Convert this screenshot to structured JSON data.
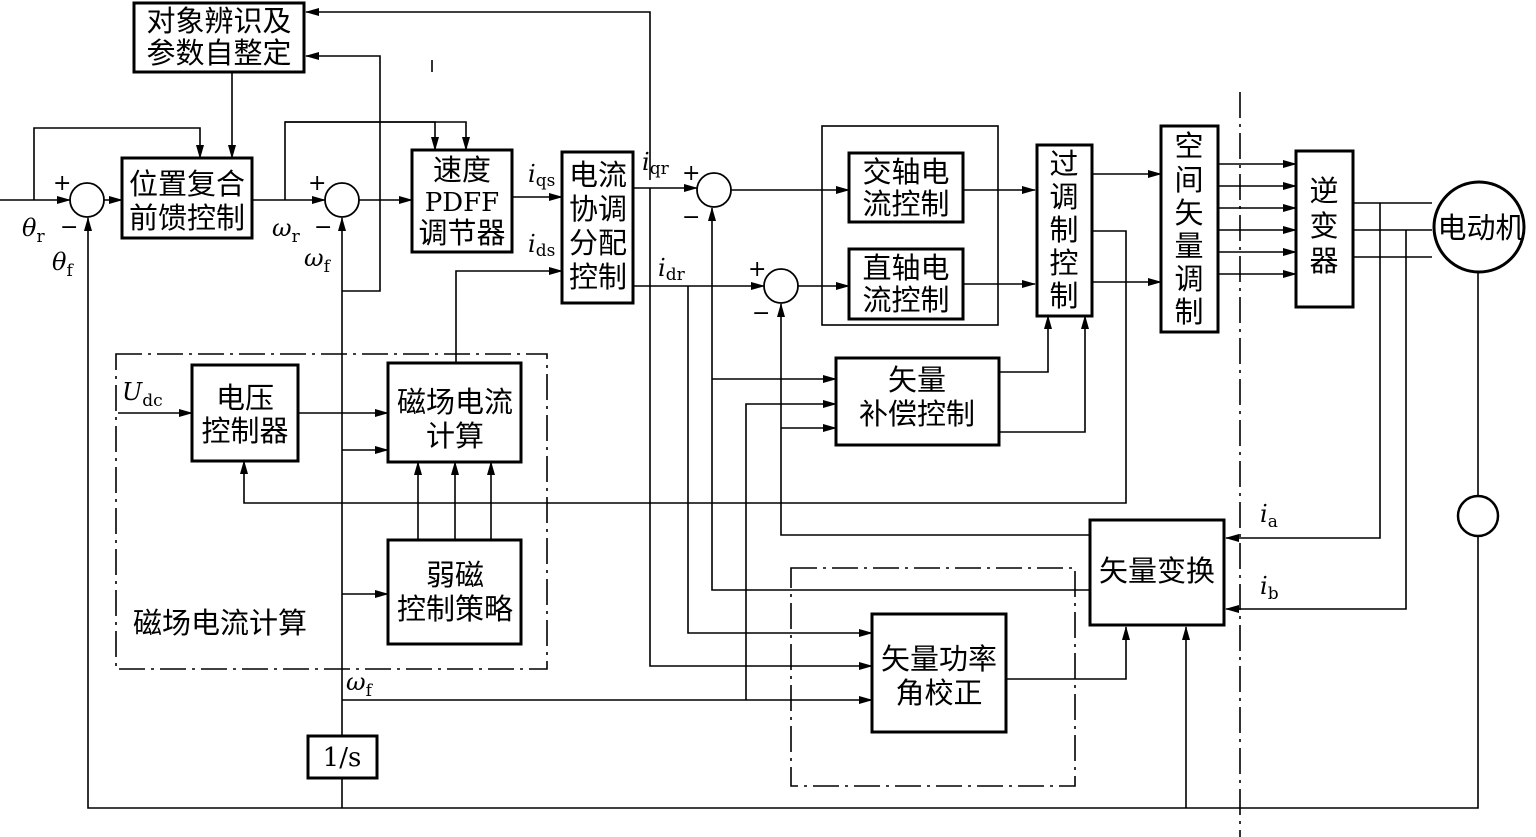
{
  "blocks": {
    "object_identification": [
      "对象辨识及",
      "参数自整定"
    ],
    "position_feedforward": [
      "位置复合",
      "前馈控制"
    ],
    "speed_regulator": [
      "速度",
      "PDFF",
      "调节器"
    ],
    "current_coordination": [
      "电流",
      "协调",
      "分配",
      "控制"
    ],
    "q_axis_current": [
      "交轴电",
      "流控制"
    ],
    "d_axis_current": [
      "直轴电",
      "流控制"
    ],
    "overmodulation": [
      "过",
      "调",
      "制",
      "控",
      "制"
    ],
    "svm": [
      "空",
      "间",
      "矢",
      "量",
      "调",
      "制"
    ],
    "inverter": [
      "逆",
      "变",
      "器"
    ],
    "motor": "电动机",
    "vector_compensation": [
      "矢量",
      "补偿控制"
    ],
    "voltage_controller": [
      "电压",
      "控制器"
    ],
    "field_current_calc": [
      "磁场电流",
      "计算"
    ],
    "flux_weakening": [
      "弱磁",
      "控制策略"
    ],
    "vector_transform": "矢量变换",
    "power_angle_correction": [
      "矢量功率",
      "角校正"
    ],
    "integrator": "1/s"
  },
  "region_label": "磁场电流计算",
  "signals": {
    "theta_r": {
      "sym": "θ",
      "sub": "r"
    },
    "theta_f": {
      "sym": "θ",
      "sub": "f"
    },
    "omega_r": {
      "sym": "ω",
      "sub": "r"
    },
    "omega_f_top": {
      "sym": "ω",
      "sub": "f"
    },
    "omega_f_bottom": {
      "sym": "ω",
      "sub": "f"
    },
    "i_qs": {
      "sym": "i",
      "sub": "qs"
    },
    "i_ds": {
      "sym": "i",
      "sub": "ds"
    },
    "i_qr": {
      "sym": "i",
      "sub": "qr"
    },
    "i_dr": {
      "sym": "i",
      "sub": "dr"
    },
    "u_dc": {
      "sym": "U",
      "sub": "dc"
    },
    "i_a": {
      "sym": "i",
      "sub": "a"
    },
    "i_b": {
      "sym": "i",
      "sub": "b"
    }
  },
  "signs": {
    "s1_plus": "+",
    "s1_minus": "−",
    "s2_plus": "+",
    "s2_minus": "−",
    "s3_plus": "+",
    "s3_minus": "−",
    "s4_plus": "+",
    "s4_minus": "−"
  }
}
